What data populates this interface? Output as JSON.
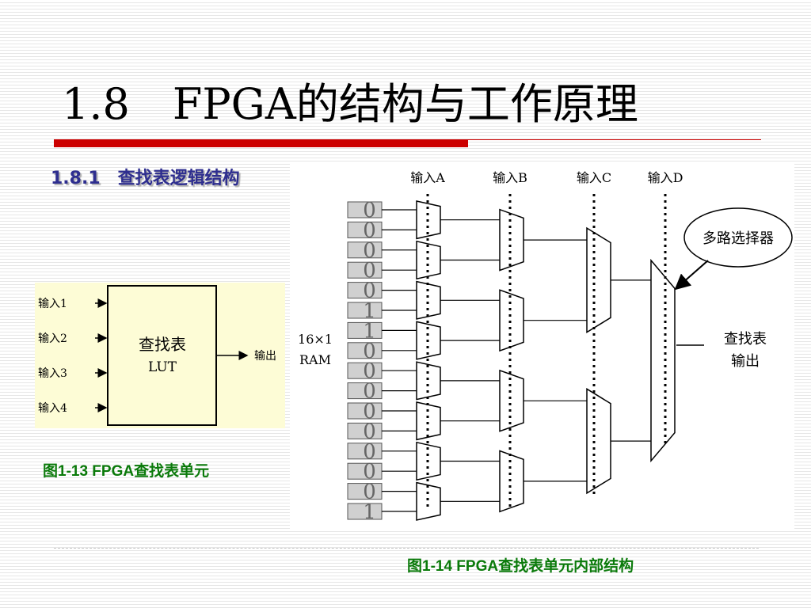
{
  "slide": {
    "title": "1.8　FPGA的结构与工作原理",
    "section_heading": "1.8.1　查找表逻辑结构"
  },
  "lut_figure": {
    "inputs": [
      "输入1",
      "输入2",
      "输入3",
      "输入4"
    ],
    "block_title": "查找表",
    "block_subtitle": "LUT",
    "output_label": "输出",
    "caption": "图1-13 FPGA查找表单元"
  },
  "mux_figure": {
    "input_labels": [
      "输入A",
      "输入B",
      "输入C",
      "输入D"
    ],
    "ram_label_line1": "16×1",
    "ram_label_line2": "RAM",
    "ram_bits": [
      "0",
      "0",
      "0",
      "0",
      "0",
      "1",
      "1",
      "0",
      "0",
      "0",
      "0",
      "0",
      "0",
      "0",
      "0",
      "1"
    ],
    "mux_callout": "多路选择器",
    "output_label_line1": "查找表",
    "output_label_line2": "输出",
    "caption": "图1-14  FPGA查找表单元内部结构"
  },
  "colors": {
    "accent_red": "#cc0000",
    "heading_blue": "#2e2e8f",
    "caption_green": "#0a7a0a",
    "lut_panel_bg": "#fdfcd6"
  }
}
